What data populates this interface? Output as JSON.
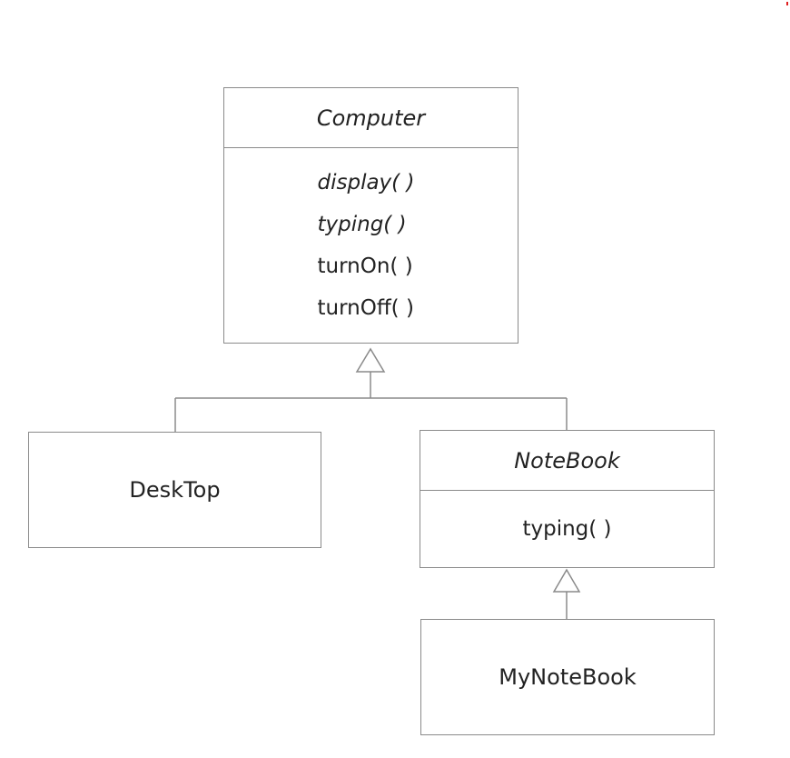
{
  "classes": {
    "computer": {
      "name": "Computer",
      "methods": [
        "display( )",
        "typing( )",
        "turnOn( )",
        "turnOff( )"
      ]
    },
    "desktop": {
      "name": "DeskTop"
    },
    "notebook": {
      "name": "NoteBook",
      "methods": [
        "typing( )"
      ]
    },
    "mynotebook": {
      "name": "MyNoteBook"
    }
  },
  "colors": {
    "line": "#8a8a8a",
    "text": "#222222",
    "accent_dot": "#e02020"
  }
}
